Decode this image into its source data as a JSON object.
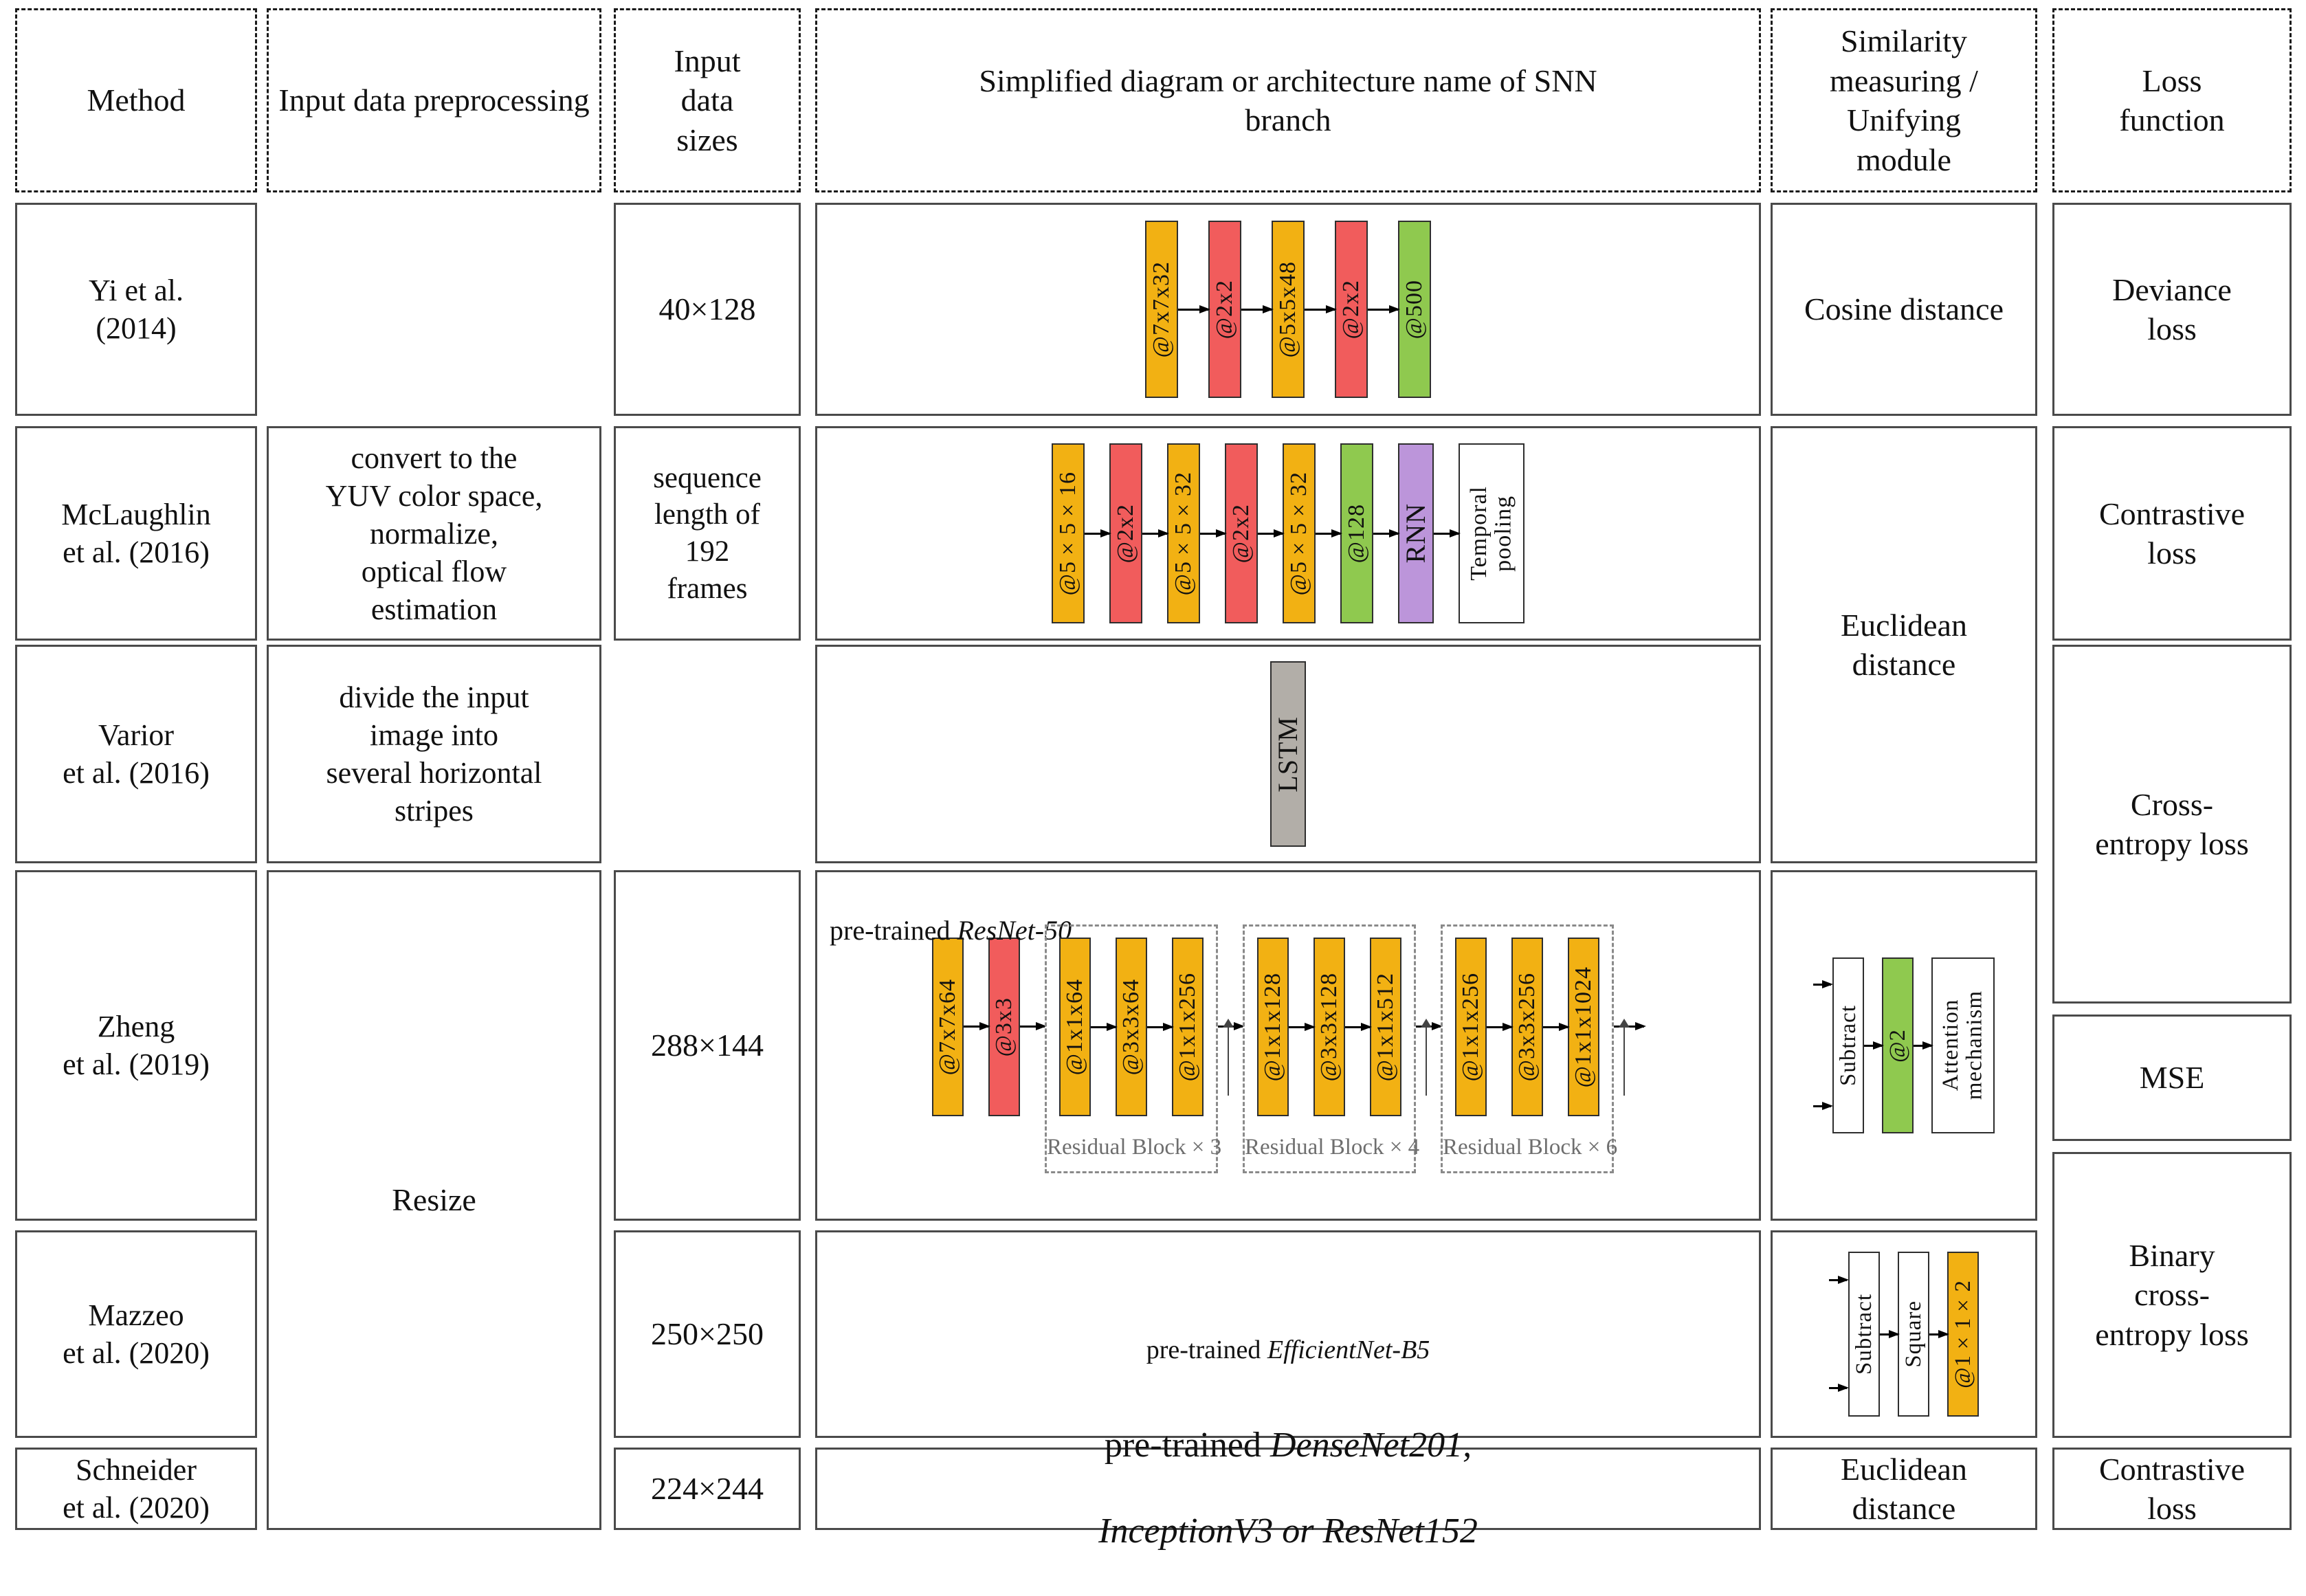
{
  "header": {
    "c1": "Method",
    "c2": "Input data preprocessing",
    "c3": "Input\ndata\nsizes",
    "c4": "Simplified diagram or architecture name of SNN\nbranch",
    "c5": "Similarity\nmeasuring /\nUnifying\nmodule",
    "c6": "Loss\nfunction"
  },
  "methods": {
    "r1": "Yi et al.\n(2014)",
    "r2": "McLaughlin\net al. (2016)",
    "r3": "Varior\net al. (2016)",
    "r4": "Zheng\net al. (2019)",
    "r5": "Mazzeo\net al. (2020)",
    "r6": "Schneider\net al. (2020)"
  },
  "preprocessing": {
    "r2": "convert to the\nYUV color space,\nnormalize,\noptical flow\nestimation",
    "r3": "divide the input\nimage into\nseveral horizontal\nstripes",
    "r456": "Resize"
  },
  "sizes": {
    "r1": "40×128",
    "r2": "sequence\nlength of\n192\nframes",
    "r4": "288×144",
    "r5": "250×250",
    "r6": "224×244"
  },
  "diagram_r1": {
    "b1": "@7x7x32",
    "b2": "@2x2",
    "b3": "@5x5x48",
    "b4": "@2x2",
    "b5": "@500"
  },
  "diagram_r2": {
    "b1": "@5×5×16",
    "b2": "@2x2",
    "b3": "@5×5×32",
    "b4": "@2x2",
    "b5": "@5×5×32",
    "b6": "@128",
    "b7": "RNN",
    "b8": "Temporal\npooling"
  },
  "diagram_r3": {
    "b1": "LSTM"
  },
  "diagram_r4": {
    "prefix": "pre-trained ",
    "name": "ResNet-50",
    "b1": "@7x7x64",
    "b2": "@3x3",
    "g1": {
      "b1": "@1x1x64",
      "b2": "@3x3x64",
      "b3": "@1x1x256",
      "label": "Residual Block × 3"
    },
    "g2": {
      "b1": "@1x1x128",
      "b2": "@3x3x128",
      "b3": "@1x1x512",
      "label": "Residual Block × 4"
    },
    "g3": {
      "b1": "@1x1x256",
      "b2": "@3x3x256",
      "b3": "@1x1x1024",
      "label": "Residual Block × 6"
    }
  },
  "diagram_r5": {
    "prefix": "pre-trained ",
    "name": "EfficientNet-B5"
  },
  "diagram_r6": {
    "prefix": "pre-trained ",
    "name1": "DenseNet201,",
    "line2": "InceptionV3 or ResNet152"
  },
  "similarity": {
    "r1": "Cosine distance",
    "r23": "Euclidean\ndistance",
    "r6": "Euclidean\ndistance"
  },
  "similarity_r4": {
    "b1": "Subtract",
    "b2": "@2",
    "b3": "Attention\nmechanism"
  },
  "similarity_r5": {
    "b1": "Subtract",
    "b2": "Square",
    "b3": "@1×1×2"
  },
  "loss": {
    "r1": "Deviance\nloss",
    "r2": "Contrastive\nloss",
    "r34": "Cross-\nentropy loss",
    "r4mse": "MSE",
    "r45": "Binary\ncross-\nentropy loss",
    "r6": "Contrastive\nloss"
  },
  "colors": {
    "orange": "#F2B113",
    "red": "#F15C5C",
    "green": "#8FC94F",
    "purple": "#BC95DA",
    "gray_block": "#B2AEA8",
    "white_block": "#FFFFFF"
  }
}
